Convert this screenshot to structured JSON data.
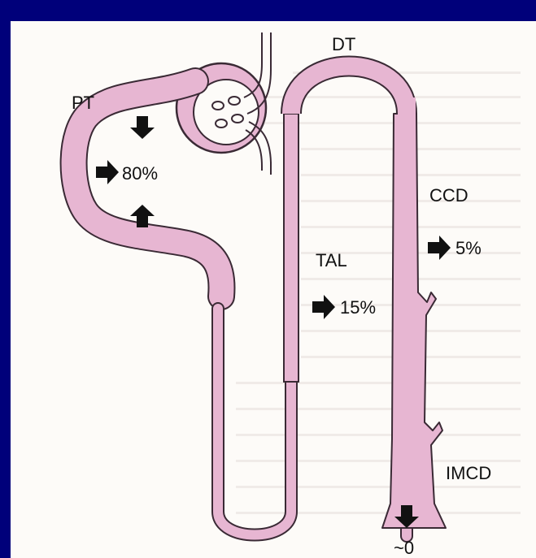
{
  "colors": {
    "border": "#00007a",
    "paper": "#fdfbf8",
    "tubule_fill": "#e7b6d2",
    "tubule_outline": "#3a2a35",
    "arrow": "#111111"
  },
  "segments": {
    "pt": "PT",
    "dt": "DT",
    "tal": "TAL",
    "ccd": "CCD",
    "imcd": "IMCD"
  },
  "reabsorption": {
    "pt": "80%",
    "tal": "15%",
    "ccd": "5%",
    "imcd": "~0"
  },
  "icons": {
    "reabsorption_arrow": "thick-arrow-icon",
    "glomerulus": "glomerulus-icon"
  }
}
